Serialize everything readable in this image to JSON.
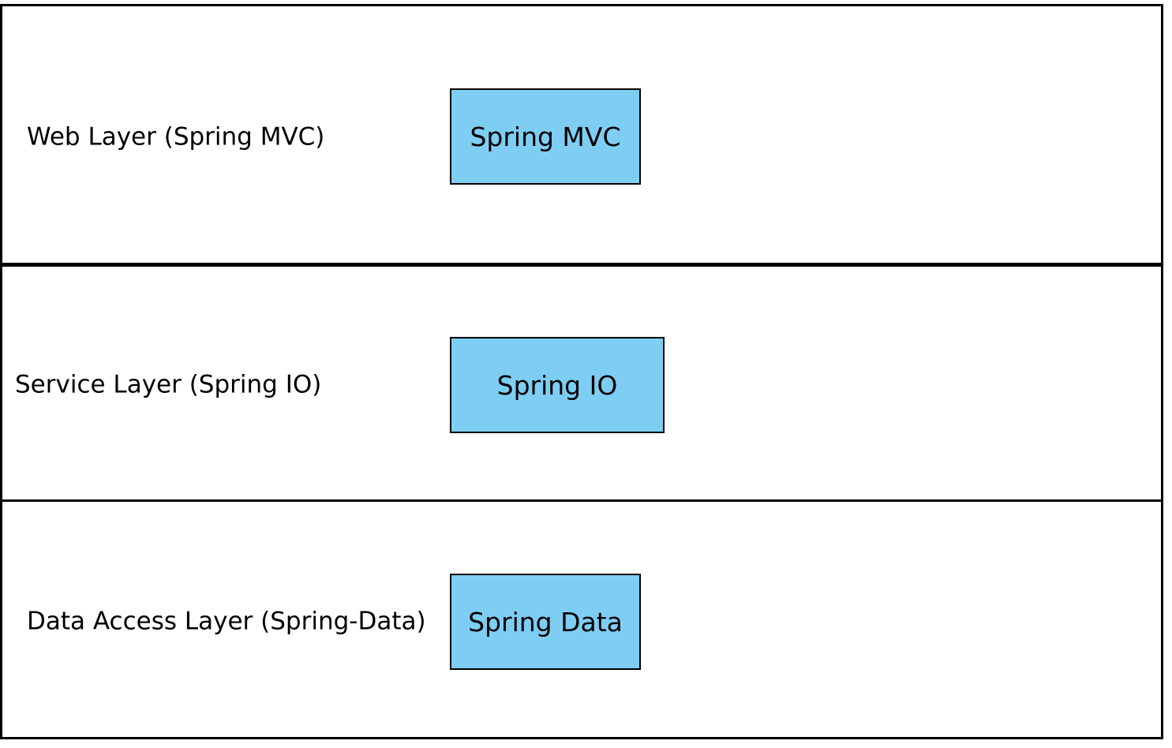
{
  "colors": {
    "component_fill": "#7ecef4",
    "border": "#000000",
    "background": "#ffffff"
  },
  "layers": [
    {
      "label": "Web Layer (Spring MVC)",
      "component": "Spring MVC"
    },
    {
      "label": "Service Layer (Spring IO)",
      "component": "Spring IO"
    },
    {
      "label": "Data Access Layer (Spring-Data)",
      "component": "Spring Data"
    }
  ]
}
